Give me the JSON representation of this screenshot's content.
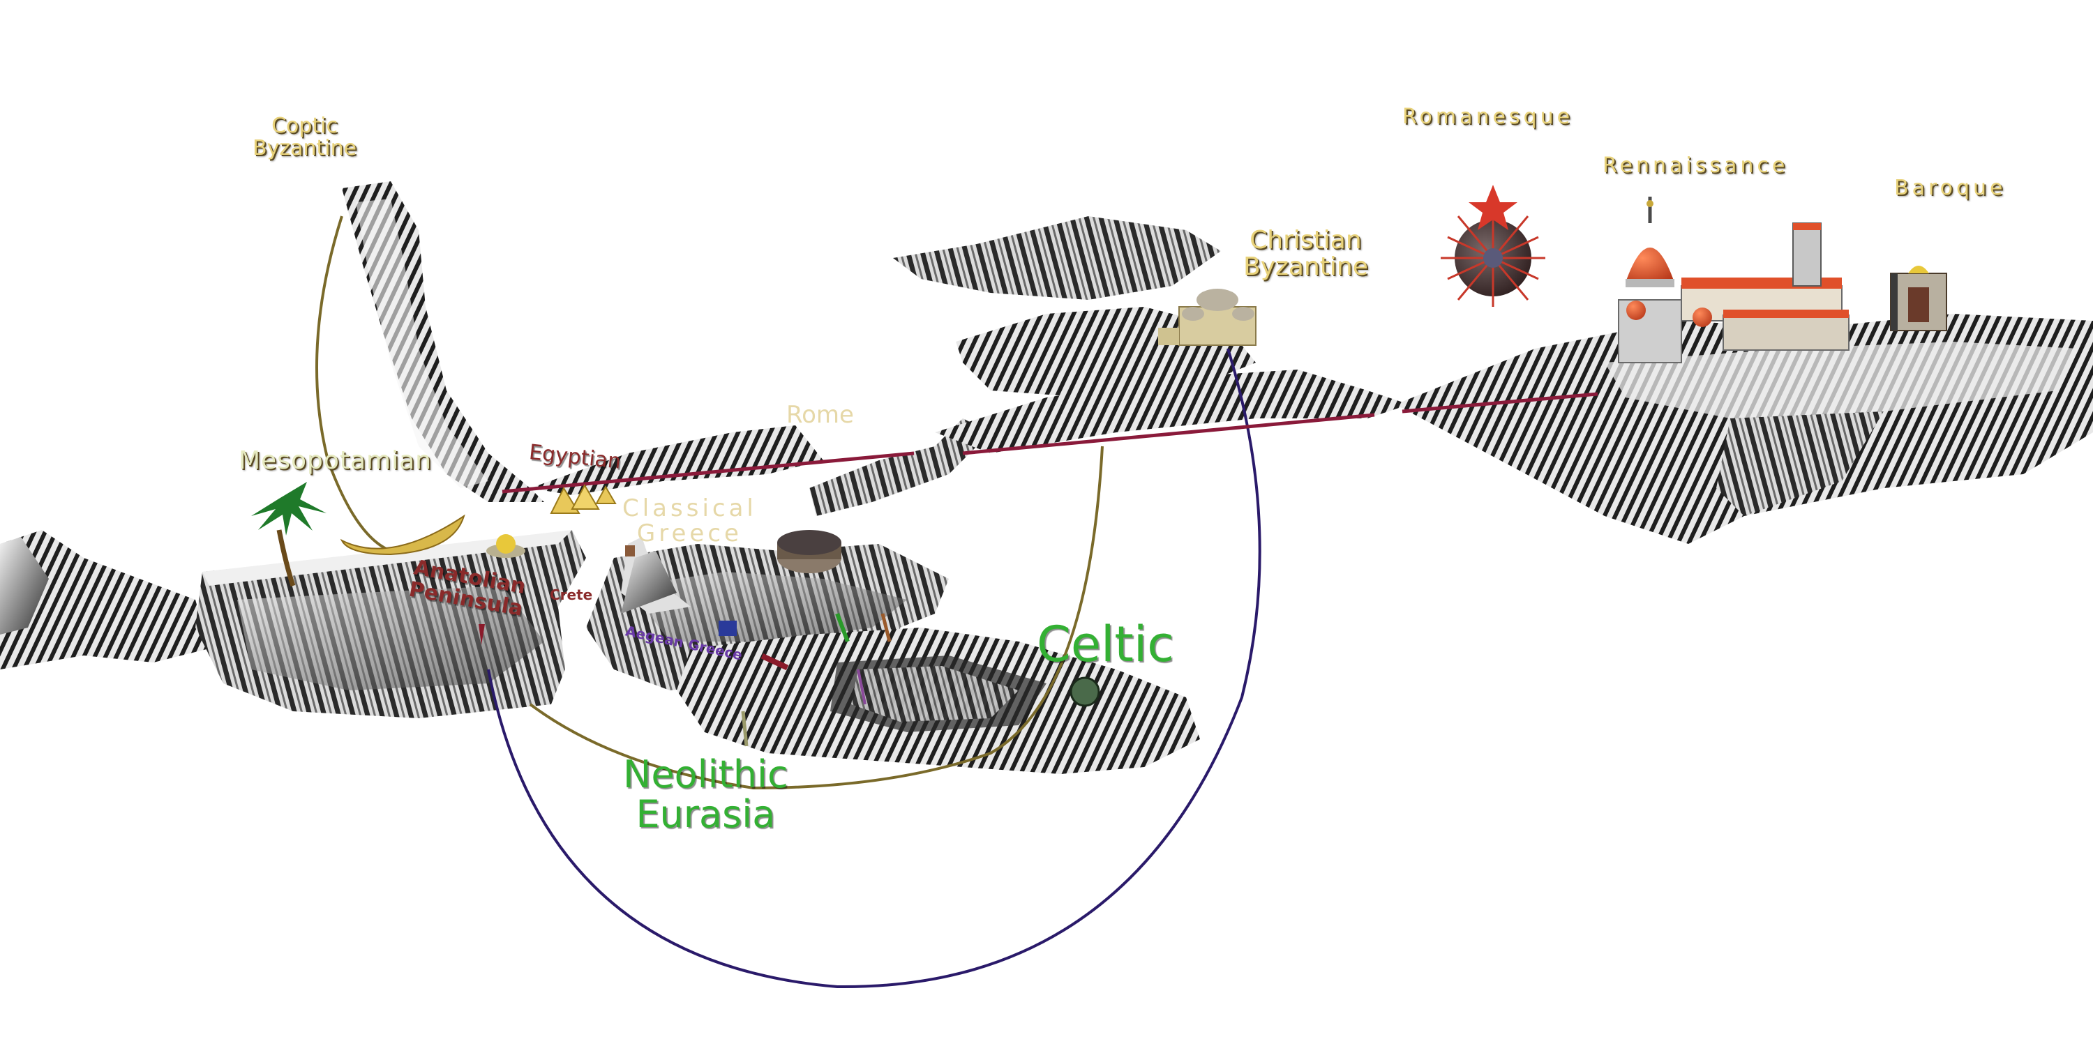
{
  "labels": {
    "coptic_byzantine": "Coptic\nByzantine",
    "mesopotamian": "Mesopotamian",
    "egyptian": "Egyptian",
    "rome": "Rome",
    "classical_greece": "Classical\nGreece",
    "anatolian_peninsula": "Anatolian\nPeninsula",
    "crete": "Crete",
    "aegean_greece": "Aegean Greece",
    "celtic": "Celtic",
    "neolithic_eurasia": "Neolithic\nEurasia",
    "christian_byzantine": "Christian\nByzantine",
    "romanesque": "Romanesque",
    "rennaissance": "Rennaissance",
    "baroque": "Baroque"
  },
  "colors": {
    "gold_label": "#e8d27a",
    "tan_label": "#e6d8a8",
    "maroon_label": "#8a2a2a",
    "green_label": "#33b033",
    "purple_label": "#6a3aa8",
    "olive_line": "#7a6a2a",
    "navy_line": "#2a1a6a",
    "maroon_line": "#8a1a3a"
  }
}
